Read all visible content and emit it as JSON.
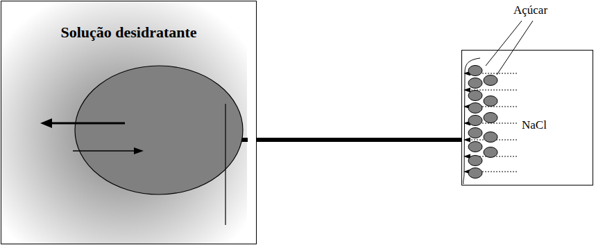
{
  "diagram": {
    "nodes": [
      {
        "text": [
          "Solução desidratante"
        ]
      },
      {
        "text": [
          "NaCl"
        ]
      }
    ],
    "edges": [
      {
        "from": 0,
        "to": 1,
        "arrow": "none"
      }
    ],
    "labels": [
      "Açúcar"
    ]
  }
}
